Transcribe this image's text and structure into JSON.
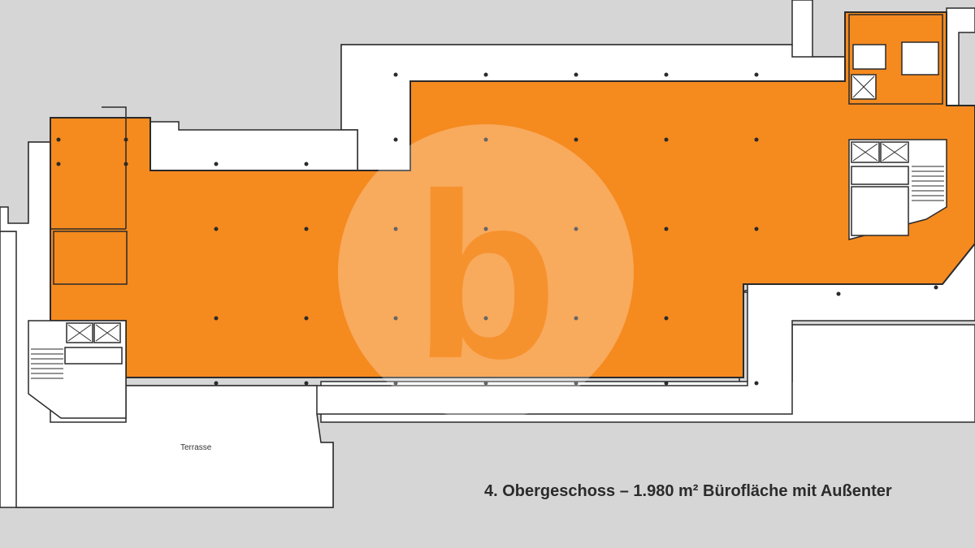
{
  "plan": {
    "caption": "4. Obergeschoss – 1.980 m² Bürofläche mit Außenter",
    "terrace_label": "Terrasse",
    "logo_letter": "b"
  },
  "colors": {
    "background": "#d6d6d6",
    "office_area": "#f58a1f",
    "terrace": "#ffffff",
    "walls": "#2a2a2a",
    "watermark": "#ffffff"
  }
}
